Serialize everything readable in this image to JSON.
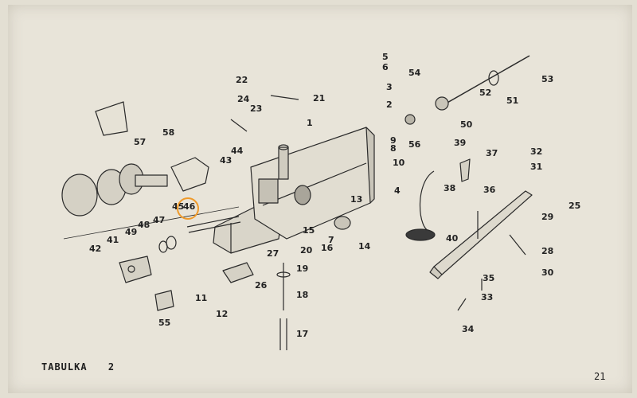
{
  "document": {
    "table_label": "TABULKA",
    "table_number": "2",
    "page_number": "21"
  },
  "highlight": {
    "part": "46",
    "color": "#ef9a2a"
  },
  "parts": [
    {
      "n": "1"
    },
    {
      "n": "2"
    },
    {
      "n": "3"
    },
    {
      "n": "4"
    },
    {
      "n": "5"
    },
    {
      "n": "6"
    },
    {
      "n": "7"
    },
    {
      "n": "8"
    },
    {
      "n": "9"
    },
    {
      "n": "10"
    },
    {
      "n": "11"
    },
    {
      "n": "12"
    },
    {
      "n": "13"
    },
    {
      "n": "14"
    },
    {
      "n": "15"
    },
    {
      "n": "16"
    },
    {
      "n": "17"
    },
    {
      "n": "18"
    },
    {
      "n": "19"
    },
    {
      "n": "20"
    },
    {
      "n": "21"
    },
    {
      "n": "22"
    },
    {
      "n": "23"
    },
    {
      "n": "24"
    },
    {
      "n": "25"
    },
    {
      "n": "26"
    },
    {
      "n": "27"
    },
    {
      "n": "28"
    },
    {
      "n": "29"
    },
    {
      "n": "30"
    },
    {
      "n": "31"
    },
    {
      "n": "32"
    },
    {
      "n": "33"
    },
    {
      "n": "34"
    },
    {
      "n": "35"
    },
    {
      "n": "36"
    },
    {
      "n": "37"
    },
    {
      "n": "38"
    },
    {
      "n": "39"
    },
    {
      "n": "40"
    },
    {
      "n": "41"
    },
    {
      "n": "42"
    },
    {
      "n": "43"
    },
    {
      "n": "44"
    },
    {
      "n": "45"
    },
    {
      "n": "46"
    },
    {
      "n": "47"
    },
    {
      "n": "48"
    },
    {
      "n": "49"
    },
    {
      "n": "50"
    },
    {
      "n": "51"
    },
    {
      "n": "52"
    },
    {
      "n": "53"
    },
    {
      "n": "54"
    },
    {
      "n": "55"
    },
    {
      "n": "56"
    },
    {
      "n": "57"
    },
    {
      "n": "58"
    }
  ]
}
